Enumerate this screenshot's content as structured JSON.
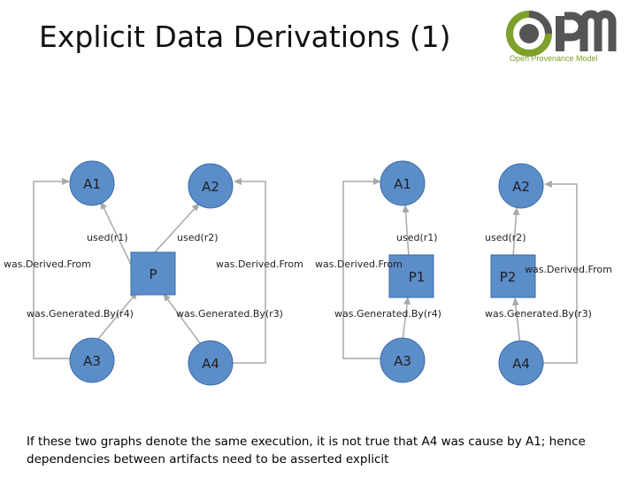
{
  "title": "Explicit Data Derivations (1)",
  "logo": {
    "name": "Open Provenance Model"
  },
  "left_graph": {
    "artifacts": {
      "a1": "A1",
      "a2": "A2",
      "a3": "A3",
      "a4": "A4"
    },
    "process": "P",
    "edges": {
      "used_r1": "used(r1)",
      "used_r2": "used(r2)",
      "gen_r4": "was.Generated.By(r4)",
      "gen_r3": "was.Generated.By(r3)",
      "derived_left": "was.Derived.From",
      "derived_right": "was.Derived.From"
    }
  },
  "right_graph": {
    "artifacts": {
      "a1": "A1",
      "a2": "A2",
      "a3": "A3",
      "a4": "A4"
    },
    "processes": {
      "p1": "P1",
      "p2": "P2"
    },
    "edges": {
      "used_r1": "used(r1)",
      "used_r2": "used(r2)",
      "gen_r4": "was.Generated.By(r4)",
      "gen_r3": "was.Generated.By(r3)",
      "derived_left": "was.Derived.From",
      "derived_right": "was.Derived.From"
    }
  },
  "caption": "If these two graphs denote the same execution, it is not true that A4 was cause by A1; hence dependencies between artifacts need to be asserted explicit",
  "colors": {
    "node_fill": "#5b8dc9",
    "node_stroke": "#3a6aa6",
    "edge": "#a9a9a9",
    "text": "#222222",
    "logo_green": "#7fa02a",
    "logo_gray": "#555555"
  }
}
